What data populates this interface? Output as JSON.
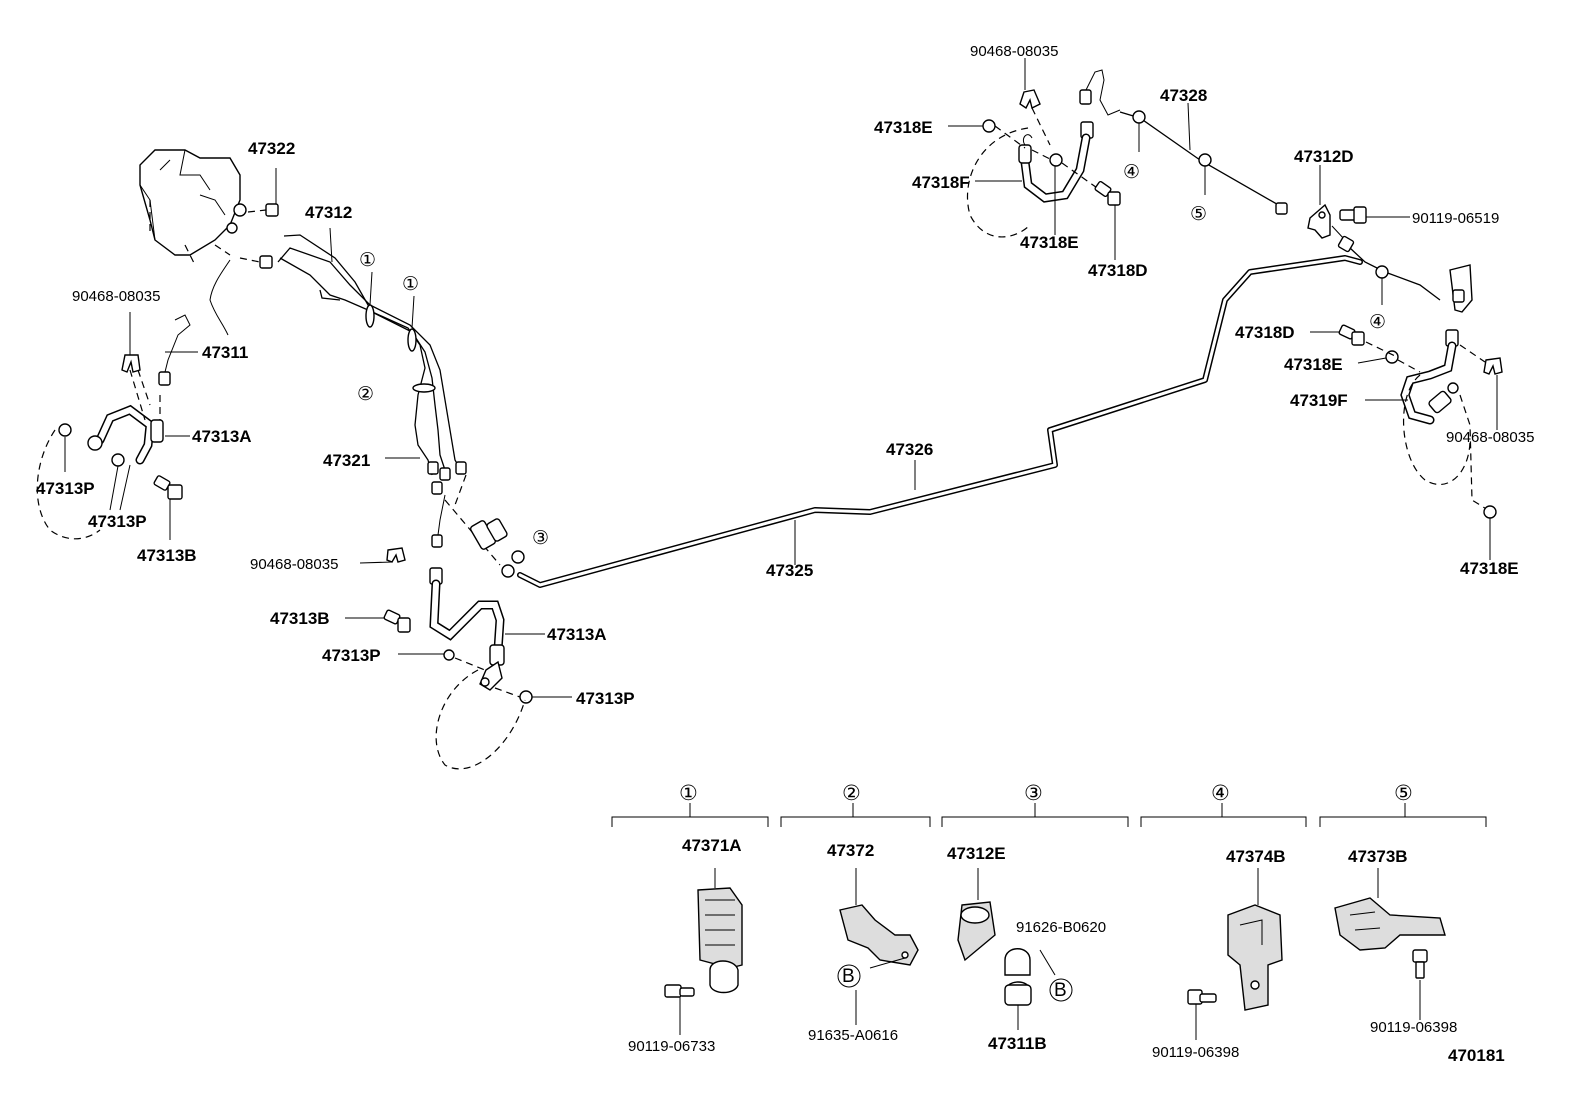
{
  "diagram_id": "470181",
  "part_labels": [
    {
      "id": "47322",
      "text": "47322"
    },
    {
      "id": "47312",
      "text": "47312"
    },
    {
      "id": "90468-08035-a",
      "text": "90468-08035"
    },
    {
      "id": "47311",
      "text": "47311"
    },
    {
      "id": "47313A-a",
      "text": "47313A"
    },
    {
      "id": "47313P-a",
      "text": "47313P"
    },
    {
      "id": "47313P-b",
      "text": "47313P"
    },
    {
      "id": "47313B-a",
      "text": "47313B"
    },
    {
      "id": "47321",
      "text": "47321"
    },
    {
      "id": "90468-08035-b",
      "text": "90468-08035"
    },
    {
      "id": "47313B-b",
      "text": "47313B"
    },
    {
      "id": "47313P-c",
      "text": "47313P"
    },
    {
      "id": "47313A-b",
      "text": "47313A"
    },
    {
      "id": "47313P-d",
      "text": "47313P"
    },
    {
      "id": "47326",
      "text": "47326"
    },
    {
      "id": "47325",
      "text": "47325"
    },
    {
      "id": "90468-08035-c",
      "text": "90468-08035"
    },
    {
      "id": "47328",
      "text": "47328"
    },
    {
      "id": "47318E-a",
      "text": "47318E"
    },
    {
      "id": "47318F",
      "text": "47318F"
    },
    {
      "id": "47318E-b",
      "text": "47318E"
    },
    {
      "id": "47318D-a",
      "text": "47318D"
    },
    {
      "id": "47312D",
      "text": "47312D"
    },
    {
      "id": "90119-06519",
      "text": "90119-06519"
    },
    {
      "id": "47318D-b",
      "text": "47318D"
    },
    {
      "id": "47318E-c",
      "text": "47318E"
    },
    {
      "id": "47319F",
      "text": "47319F"
    },
    {
      "id": "90468-08035-d",
      "text": "90468-08035"
    },
    {
      "id": "47318E-d",
      "text": "47318E"
    }
  ],
  "callouts": [
    "①",
    "②",
    "③",
    "④",
    "⑤"
  ],
  "groups": [
    {
      "num": "①",
      "parts": [
        "47371A",
        "90119-06733"
      ]
    },
    {
      "num": "②",
      "parts": [
        "47372",
        "91635-A0616"
      ],
      "ref": "B"
    },
    {
      "num": "③",
      "parts": [
        "47312E",
        "91626-B0620",
        "47311B"
      ],
      "ref": "B"
    },
    {
      "num": "④",
      "parts": [
        "47374B",
        "90119-06398"
      ]
    },
    {
      "num": "⑤",
      "parts": [
        "47373B",
        "90119-06398"
      ]
    }
  ]
}
